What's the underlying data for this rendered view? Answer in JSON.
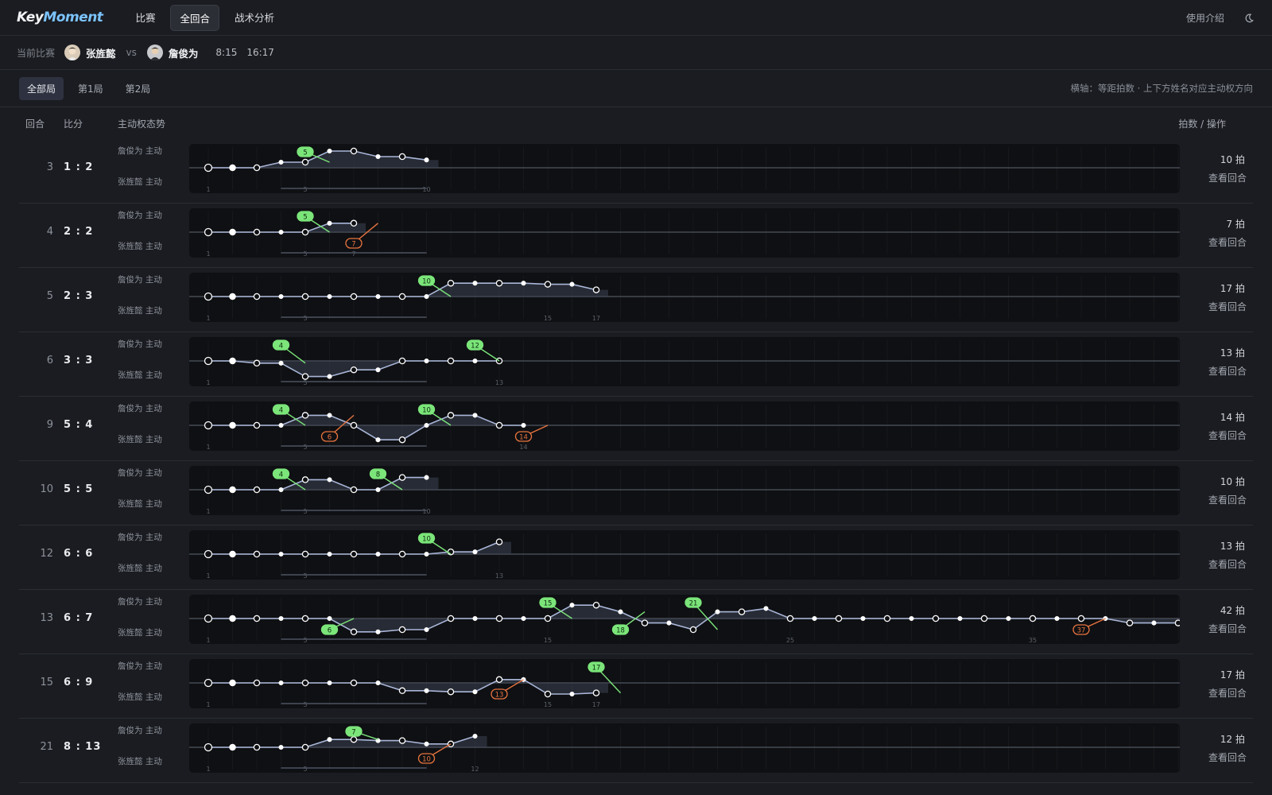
{
  "app": {
    "logo_a": "Key",
    "logo_b": "Moment",
    "nav": [
      "比赛",
      "全回合",
      "战术分析"
    ],
    "help": "使用介绍",
    "theme_icon": "moon-icon"
  },
  "match": {
    "label": "当前比赛",
    "player_a": "张旌懿",
    "vs": "vs",
    "player_b": "詹俊为",
    "game1": "8:15",
    "game2": "16:17"
  },
  "tabs": [
    "全部局",
    "第1局",
    "第2局"
  ],
  "axis_note": "横轴：等距拍数 · 上下方姓名对应主动权方向",
  "headers": {
    "round": "回合",
    "score": "比分",
    "trend": "主动权态势",
    "shots": "拍数 / 操作"
  },
  "labels": {
    "top": "詹俊为 主动",
    "bottom": "张旌懿 主动",
    "view": "查看回合"
  },
  "colors": {
    "accent": "#7cc4ff",
    "green": "#7be57a",
    "red": "#e8743f",
    "line": "#a9b6d8"
  },
  "rallies": [
    {
      "round": "3",
      "score": "1 : 2",
      "shots": "10 拍",
      "values": [
        0,
        0,
        0,
        0.5,
        0.5,
        1.5,
        1.5,
        1,
        1,
        0.7
      ],
      "green": [
        5
      ],
      "red": [],
      "ticks": [
        "1",
        "5",
        "10"
      ]
    },
    {
      "round": "4",
      "score": "2 : 2",
      "shots": "7 拍",
      "values": [
        0,
        0,
        0,
        0,
        0,
        0.8,
        0.8
      ],
      "green": [
        5
      ],
      "red": [
        7
      ],
      "ticks": [
        "1",
        "5",
        "7"
      ]
    },
    {
      "round": "5",
      "score": "2 : 3",
      "shots": "17 拍",
      "values": [
        0,
        0,
        0,
        0,
        0,
        0,
        0,
        0,
        0,
        0,
        1.2,
        1.2,
        1.2,
        1.2,
        1.1,
        1.1,
        0.6
      ],
      "green": [
        10
      ],
      "red": [],
      "ticks": [
        "1",
        "5",
        "15",
        "17"
      ]
    },
    {
      "round": "6",
      "score": "3 : 3",
      "shots": "13 拍",
      "values": [
        0,
        0,
        -0.2,
        -0.2,
        -1.4,
        -1.4,
        -0.8,
        -0.8,
        0,
        0,
        0,
        0,
        0
      ],
      "green": [
        4,
        12
      ],
      "red": [],
      "ticks": [
        "1",
        "5",
        "13"
      ]
    },
    {
      "round": "9",
      "score": "5 : 4",
      "shots": "14 拍",
      "values": [
        0,
        0,
        0,
        0,
        0.9,
        0.9,
        0,
        -1.3,
        -1.3,
        0,
        0.9,
        0.9,
        0,
        0
      ],
      "green": [
        4,
        10
      ],
      "red": [
        6,
        14
      ],
      "ticks": [
        "1",
        "5",
        "14"
      ]
    },
    {
      "round": "10",
      "score": "5 : 5",
      "shots": "10 拍",
      "values": [
        0,
        0,
        0,
        0,
        0.9,
        0.9,
        0,
        0,
        1.1,
        1.1
      ],
      "green": [
        4,
        8
      ],
      "red": [],
      "ticks": [
        "1",
        "5",
        "10"
      ]
    },
    {
      "round": "12",
      "score": "6 : 6",
      "shots": "13 拍",
      "values": [
        0,
        0,
        0,
        0,
        0,
        0,
        0,
        0,
        0,
        0,
        0.2,
        0.2,
        1.1
      ],
      "green": [
        10
      ],
      "red": [],
      "ticks": [
        "1",
        "5",
        "13"
      ]
    },
    {
      "round": "13",
      "score": "6 : 7",
      "shots": "42 拍",
      "values": [
        0,
        0,
        0,
        0,
        0,
        0,
        -1.2,
        -1.2,
        -1,
        -1,
        0,
        0,
        0,
        0,
        0,
        1.2,
        1.2,
        0.6,
        -0.4,
        -0.4,
        -1,
        0.6,
        0.6,
        0.9,
        0,
        0,
        0,
        0,
        0,
        0,
        0,
        0,
        0,
        0,
        0,
        0,
        0,
        0,
        -0.4,
        -0.4,
        -0.4,
        0
      ],
      "green": [
        15,
        21
      ],
      "red": [
        37
      ],
      "blue_green": [
        6,
        18
      ],
      "ticks": [
        "1",
        "5",
        "15",
        "25",
        "35"
      ]
    },
    {
      "round": "15",
      "score": "6 : 9",
      "shots": "17 拍",
      "values": [
        0,
        0,
        0,
        0,
        0,
        0,
        0,
        0,
        -0.7,
        -0.7,
        -0.8,
        -0.8,
        0.3,
        0.3,
        -1,
        -1,
        -0.9
      ],
      "green": [
        17
      ],
      "red": [
        13
      ],
      "ticks": [
        "1",
        "5",
        "15",
        "17"
      ]
    },
    {
      "round": "21",
      "score": "8 : 13",
      "shots": "12 拍",
      "values": [
        0,
        0,
        0,
        0,
        0,
        0.7,
        0.7,
        0.6,
        0.6,
        0.3,
        0.3,
        1
      ],
      "green": [
        7
      ],
      "red": [
        10
      ],
      "ticks": [
        "1",
        "5",
        "12"
      ]
    }
  ]
}
